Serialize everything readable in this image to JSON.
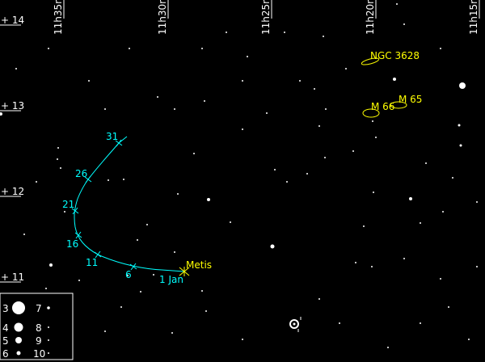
{
  "ra_labels": [
    "11h35m",
    "11h30m",
    "11h25m",
    "11h20m",
    "11h15m"
  ],
  "dec_labels": [
    "+ 14",
    "+ 13",
    "+ 12",
    "+ 11"
  ],
  "object": {
    "name": "Metis",
    "date_labels": [
      "1 Jan",
      "6",
      "11",
      "16",
      "21",
      "26",
      "31"
    ]
  },
  "deep_sky": [
    "NGC 3628",
    "M 66",
    "M 65"
  ],
  "legend": {
    "magnitudes": [
      "3",
      "4",
      "5",
      "6",
      "7",
      "8",
      "9",
      "10"
    ]
  },
  "colors": {
    "track": "#00ffff",
    "object": "#ffff00",
    "grid": "#ffffff",
    "background": "#000000"
  }
}
